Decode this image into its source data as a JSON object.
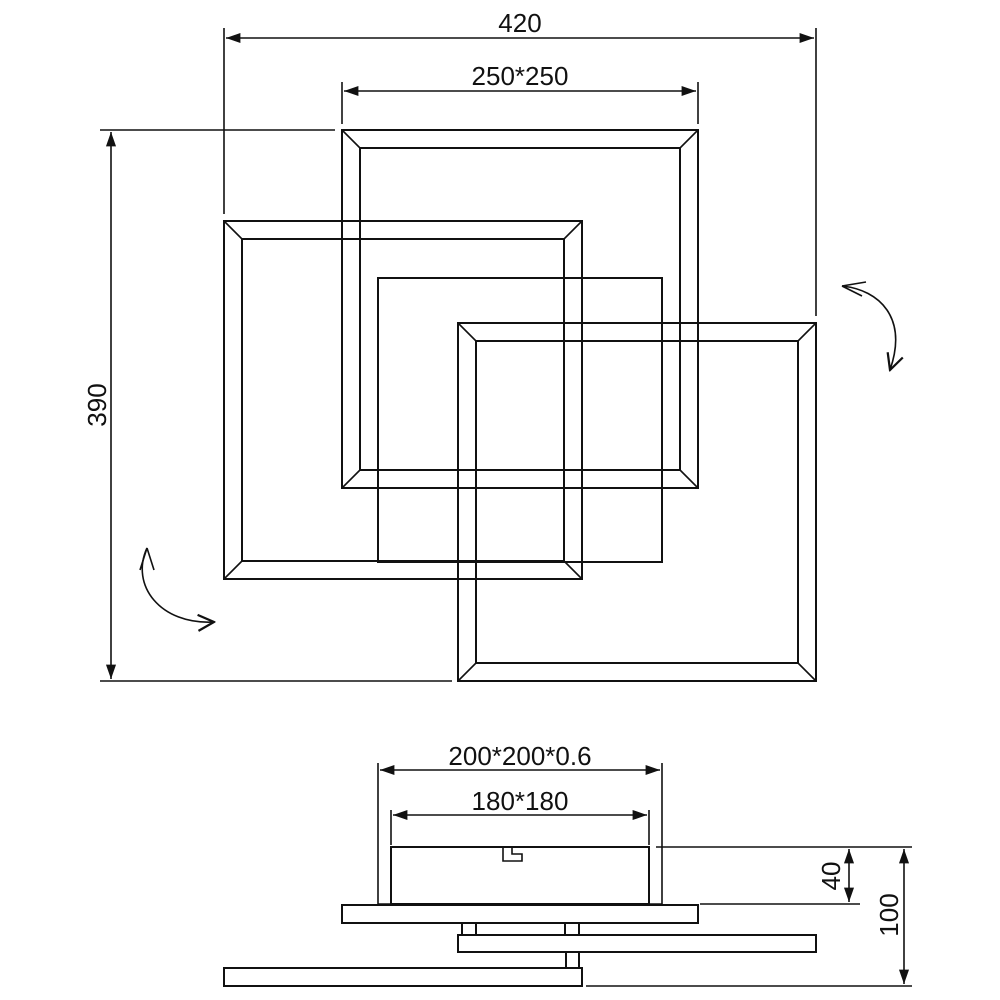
{
  "drawing": {
    "top_view": {
      "overall_width_label": "420",
      "frame_size_label": "250*250",
      "overall_height_label": "390"
    },
    "side_view": {
      "base_plate_label": "200*200*0.6",
      "base_inner_label": "180*180",
      "base_height_label": "40",
      "total_height_label": "100"
    },
    "colors": {
      "line": "#111111",
      "background": "#ffffff"
    }
  }
}
